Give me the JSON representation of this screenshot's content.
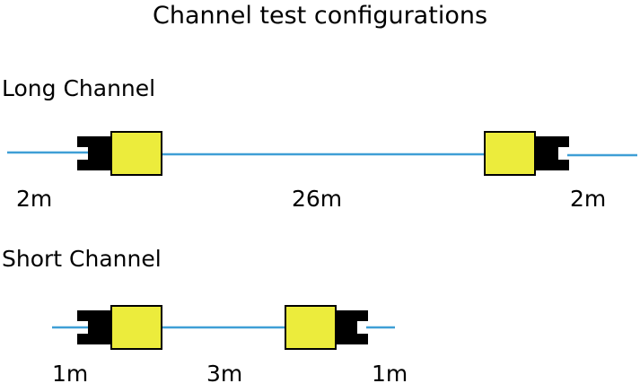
{
  "title": "Channel test configurations",
  "colors": {
    "cable": "#3f9fd6",
    "connector_body": "#ecec3c",
    "connector_outline": "#000000",
    "plug": "#000000"
  },
  "long_channel": {
    "heading": "Long Channel",
    "segments": [
      {
        "label": "2m"
      },
      {
        "label": "26m"
      },
      {
        "label": "2m"
      }
    ]
  },
  "short_channel": {
    "heading": "Short Channel",
    "segments": [
      {
        "label": "1m"
      },
      {
        "label": "3m"
      },
      {
        "label": "1m"
      }
    ]
  }
}
